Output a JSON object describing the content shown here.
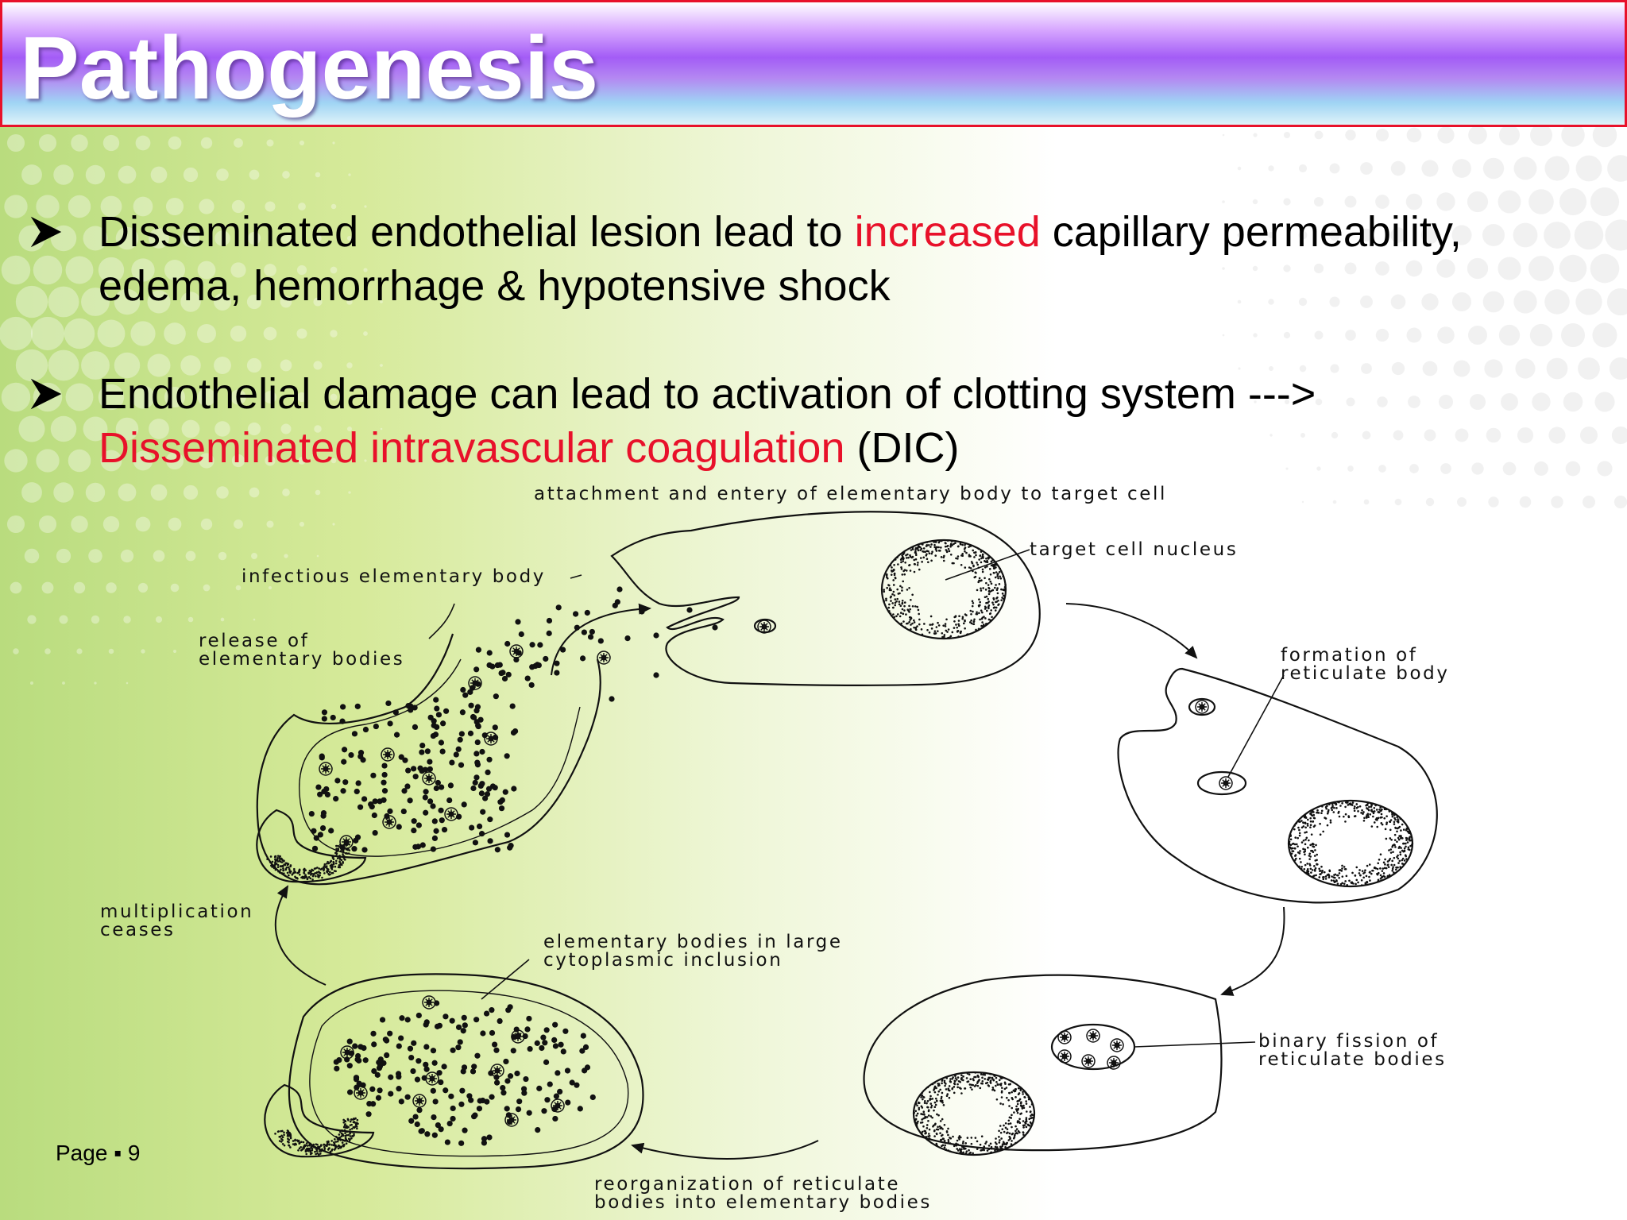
{
  "slide": {
    "title": "Pathogenesis",
    "page_label": "Page",
    "page_separator": "▪",
    "page_number": "9"
  },
  "bullets": [
    {
      "icon": "arrowhead-bullet-icon",
      "line1_a": "Disseminated endothelial lesion lead to ",
      "line1_red": "increased",
      "line1_b": " capillary permeability,",
      "line2": "edema, hemorrhage & hypotensive shock"
    },
    {
      "icon": "arrowhead-bullet-icon",
      "line1": "Endothelial damage can lead to activation of clotting system --->",
      "line2_red": "Disseminated intravascular coagulation",
      "line2_b": " (DIC)"
    }
  ],
  "diagram": {
    "labels": {
      "attachment": "attachment and entery of elementary body to target cell",
      "target_nucleus": "target cell nucleus",
      "infectious_body": "infectious elementary body",
      "release_1": "release of",
      "release_2": "elementary bodies",
      "formation_1": "formation of",
      "formation_2": "reticulate body",
      "multiplication_1": "multiplication",
      "multiplication_2": "ceases",
      "inclusion_1": "elementary bodies in large",
      "inclusion_2": "cytoplasmic inclusion",
      "fission_1": "binary fission of",
      "fission_2": "reticulate bodies",
      "reorg_1": "reorganization of reticulate",
      "reorg_2": "bodies into elementary bodies"
    }
  }
}
